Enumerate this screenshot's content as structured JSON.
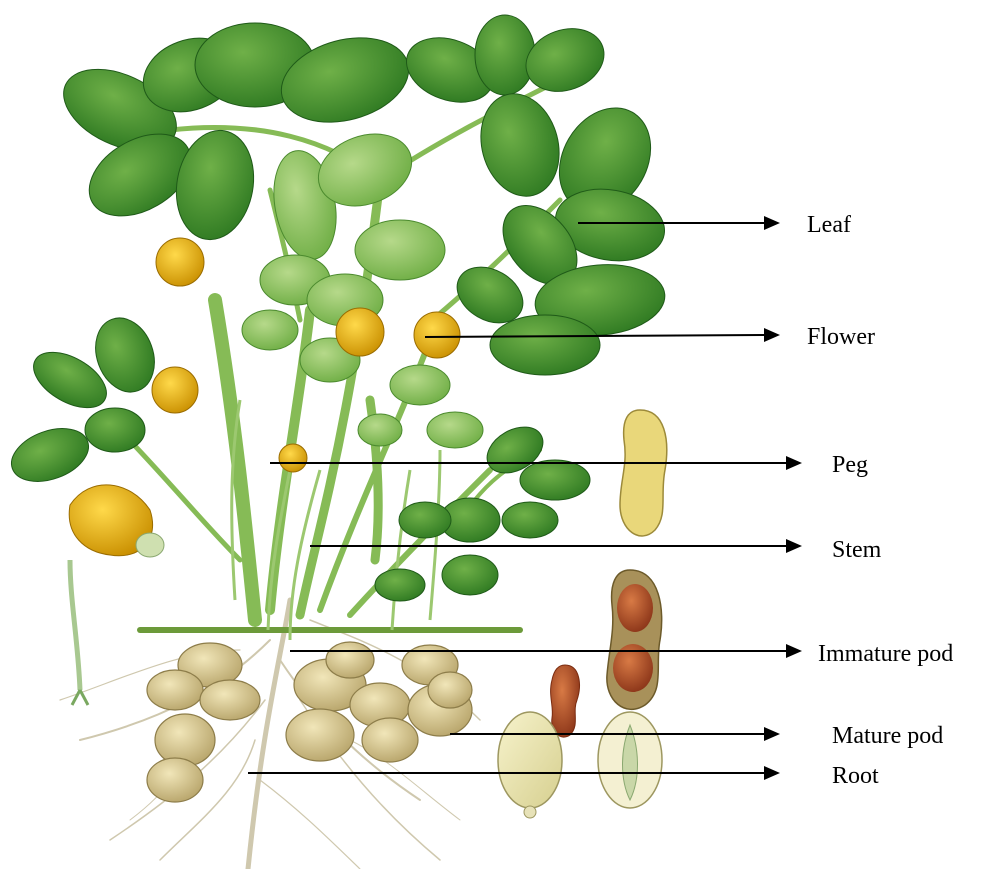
{
  "labels": {
    "leaf": "Leaf",
    "flower": "Flower",
    "peg": "Peg",
    "stem": "Stem",
    "immature_pod": "Immature pod",
    "mature_pod": "Mature pod",
    "root": "Root"
  },
  "colors": {
    "leaf_dark": "#2f7a22",
    "leaf_mid": "#4f9a36",
    "leaf_light": "#8cc25a",
    "stem": "#8fc25c",
    "flower": "#f1bf10",
    "flower_dark": "#b88600",
    "pod": "#d9c890",
    "pod_shade": "#a99a5c",
    "seed_red": "#b5532c",
    "root": "#c9c4aa",
    "arrow": "#000000"
  }
}
